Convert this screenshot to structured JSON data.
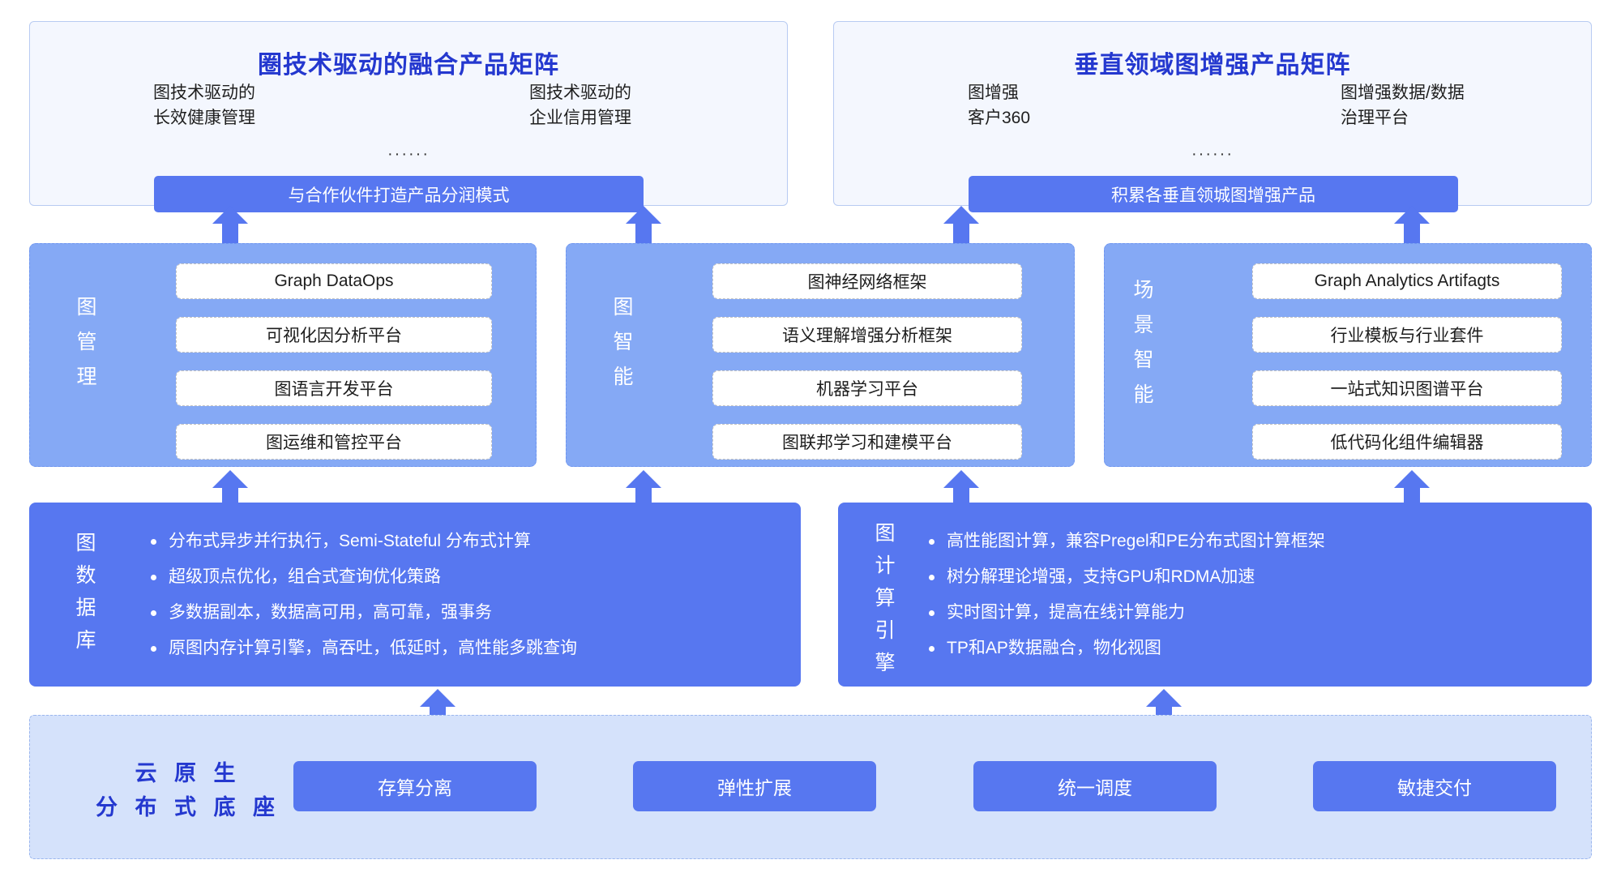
{
  "colors": {
    "accent_deep": "#5777f0",
    "accent_mid": "#85a9f5",
    "accent_light": "#d5e2fb",
    "panel_light": "#f4f7fe",
    "title_blue": "#2438cf",
    "arrow": "#5777f0"
  },
  "top_matrices": [
    {
      "title": "圈技术驱动的融合产品矩阵",
      "left_text": "图技术驱动的\n长效健康管理",
      "right_text": "图技术驱动的\n企业信用管理",
      "ellipsis": "······",
      "cta": "与合作伙件打造产品分润模式"
    },
    {
      "title": "垂直领域图增强产品矩阵",
      "left_text": "图增强\n客户360",
      "right_text": "图增强数据/数据\n治理平台",
      "ellipsis": "······",
      "cta": "积累各垂直领城图增强产品"
    }
  ],
  "mid_layers": [
    {
      "label_chars": [
        "图",
        "管",
        "理"
      ],
      "chips": [
        "Graph DataOps",
        "可视化因分析平台",
        "图语言开发平台",
        "图运维和管控平台"
      ]
    },
    {
      "label_chars": [
        "图",
        "智",
        "能"
      ],
      "chips": [
        "图神经网络框架",
        "语义理解增强分析框架",
        "机器学习平台",
        "图联邦学习和建模平台"
      ]
    },
    {
      "label_chars": [
        "场",
        "景",
        "智",
        "能"
      ],
      "chips": [
        "Graph Analytics Artifagts",
        "行业模板与行业套件",
        "一站式知识图谱平台",
        "低代码化组件编辑器"
      ]
    }
  ],
  "engine_rows": [
    {
      "label_chars": [
        "图",
        "数",
        "据",
        "库"
      ],
      "bullets": [
        "分布式异步并行执行，Semi-Stateful 分布式计算",
        "超级顶点优化，组合式查询优化策路",
        "多数据副本，数据高可用，高可靠，强事务",
        "原图内存计算引擎，高吞吐，低延时，高性能多跳查询"
      ]
    },
    {
      "label_chars": [
        "图",
        "计",
        "算",
        "引",
        "擎"
      ],
      "bullets": [
        "高性能图计算，兼容Pregel和PE分布式图计算框架",
        "树分解理论增强，支持GPU和RDMA加速",
        "实时图计算，提高在线计算能力",
        "TP和AP数据融合，物化视图"
      ]
    }
  ],
  "base": {
    "label_lines": [
      "云 原 生",
      "分 布 式 底 座"
    ],
    "chips": [
      "存算分离",
      "弹性扩展",
      "统一调度",
      "敏捷交付"
    ]
  }
}
